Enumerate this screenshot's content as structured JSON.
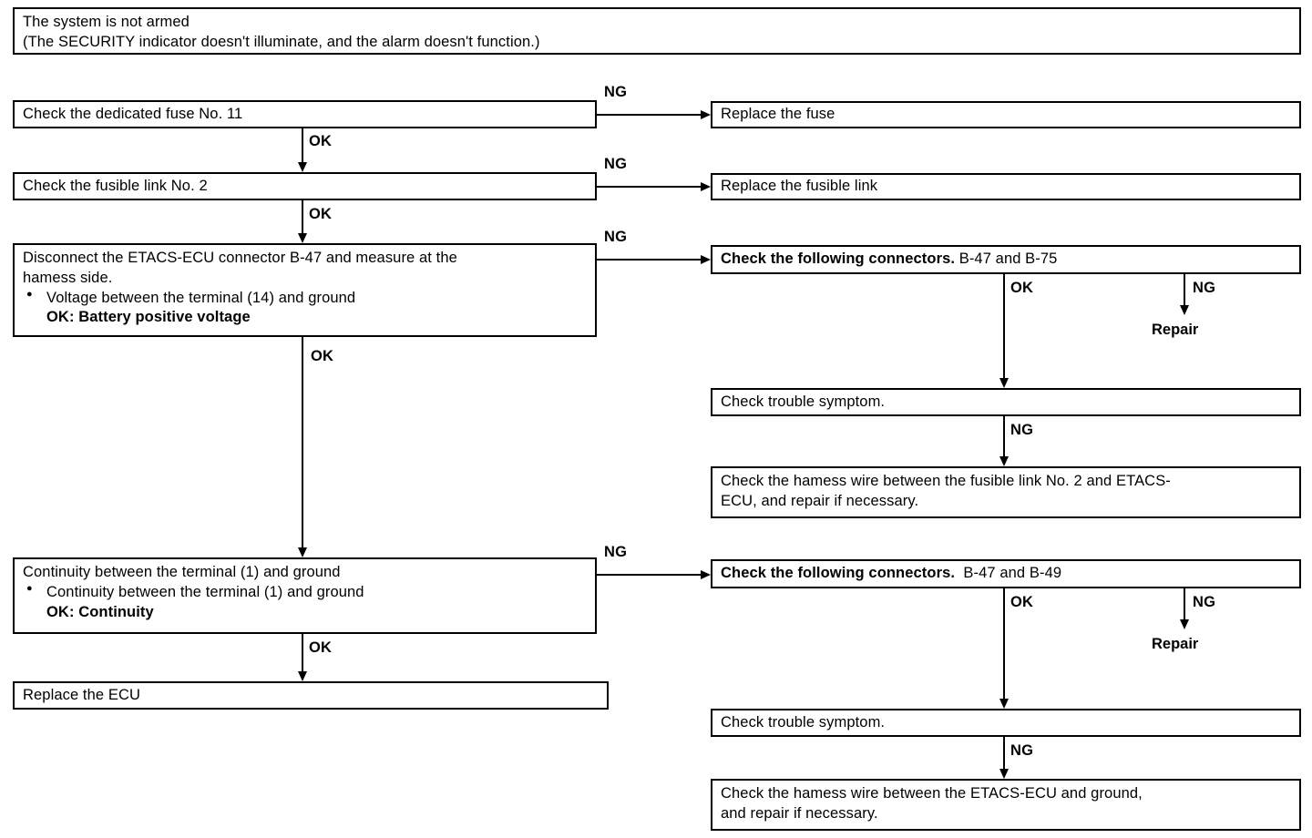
{
  "diagram": {
    "title_box": {
      "line1": "The system is not armed",
      "line2": "(The SECURITY indicator doesn't illuminate, and the alarm doesn't function.)"
    },
    "left_column": {
      "step1": "Check the dedicated fuse No. 11",
      "step2": "Check the fusible link No. 2",
      "step3": {
        "line1": "Disconnect the ETACS-ECU connector B-47 and measure at the",
        "line2": "hamess side.",
        "bullet1": "Voltage between the terminal (14) and ground",
        "bullet1_ok": "OK: Battery positive voltage"
      },
      "step4": {
        "line1": "Continuity between the terminal (1) and ground",
        "bullet1": "Continuity between the terminal (1) and ground",
        "bullet1_ok": "OK: Continuity"
      },
      "step5": "Replace the ECU"
    },
    "right_column": {
      "replace_fuse": "Replace the fuse",
      "replace_fusible_link": "Replace the fusible link",
      "connectors_1": {
        "bold": "Check the following connectors.",
        "normal": "B-47 and B-75"
      },
      "trouble_symptom_1": "Check trouble symptom.",
      "harness_wire_1": {
        "line1": "Check the hamess wire between the fusible link No. 2 and ETACS-",
        "line2": "ECU, and repair if necessary."
      },
      "connectors_2": {
        "bold": "Check the following connectors.",
        "normal": "B-47 and B-49"
      },
      "trouble_symptom_2": "Check trouble symptom.",
      "harness_wire_2": {
        "line1": "Check the hamess wire between the ETACS-ECU and ground,",
        "line2": "and repair if necessary."
      },
      "repair_1": "Repair",
      "repair_2": "Repair"
    },
    "labels": {
      "ok": "OK",
      "ng": "NG",
      "ok_1": "OK",
      "ok_2": "OK",
      "ok_3": "OK",
      "ok_4": "OK",
      "ok_r1": "OK",
      "ok_r2": "OK",
      "ng_1": "NG",
      "ng_2": "NG",
      "ng_3": "NG",
      "ng_4": "NG",
      "ng_r1": "NG",
      "ng_r2": "NG",
      "ng_r3": "NG",
      "ng_r4": "NG"
    },
    "colors": {
      "line": "#000000",
      "background": "#ffffff",
      "text": "#000000"
    }
  }
}
